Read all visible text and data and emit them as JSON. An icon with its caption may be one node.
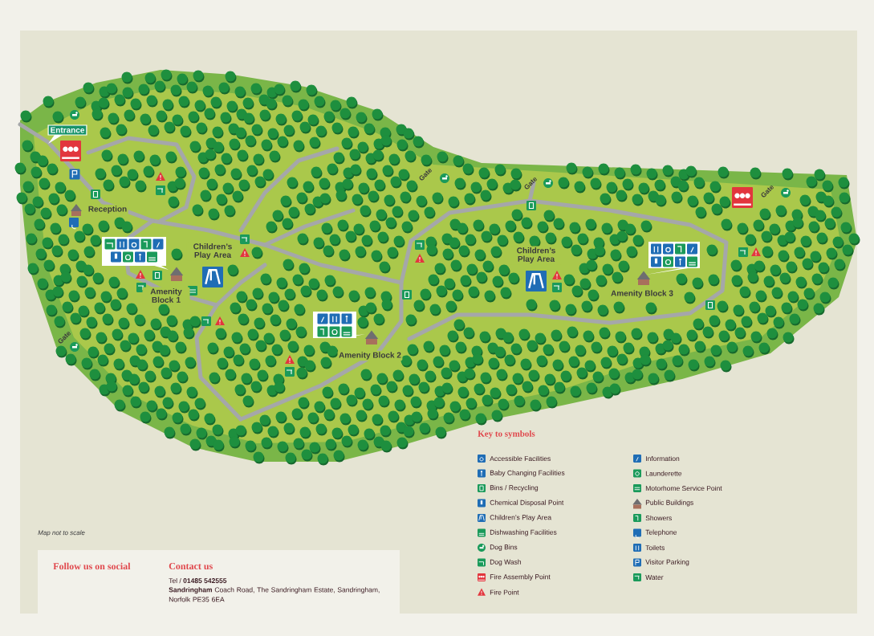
{
  "diagram": {
    "labels": [
      "Entrance",
      "Gate",
      "Gate",
      "Gate",
      "Reception",
      "Children’s Play Area",
      "Children’s Play Area",
      "Amenity Block 3",
      "Amenity Block 1",
      "Gate",
      "Amenity Block 2",
      "Key to symbols",
      "Map not to scale",
      "Follow us on social",
      "Contact us",
      "Tel / **01485 542555**",
      "**Sandringham** Coach Road, The Sandringham Estate, Sandringham, Norfolk PE35 6EA"
    ],
    "legend": [
      {
        "text": "Accessible Facilities"
      },
      {
        "text": "Baby Changing Facilities"
      },
      {
        "text": "Bins / Recycling"
      },
      {
        "text": "Chemical Disposal Point"
      },
      {
        "text": "Children’s Play Area"
      },
      {
        "text": "Dishwashing Facilities"
      },
      {
        "text": "Dog Bins"
      },
      {
        "text": "Dog Wash"
      },
      {
        "text": "Fire Assembly Point"
      },
      {
        "text": "Fire Point"
      },
      {
        "text": "Information"
      },
      {
        "text": "Launderette"
      },
      {
        "text": "Motorhome Service Point"
      },
      {
        "text": "Public Buildings"
      },
      {
        "text": "Showers"
      },
      {
        "text": "Telephone"
      },
      {
        "text": "Toilets"
      },
      {
        "text": "Visitor Parking"
      },
      {
        "text": "Water"
      }
    ]
  }
}
